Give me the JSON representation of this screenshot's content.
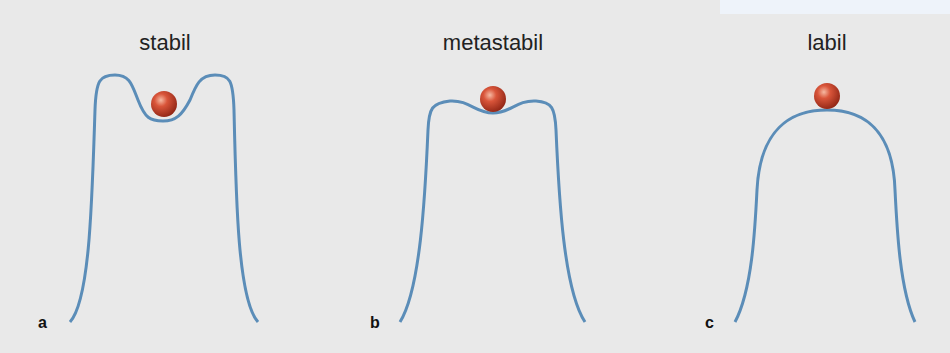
{
  "diagram": {
    "labels": [
      "stabil",
      "metastabil",
      "labil",
      "a",
      "b",
      "c"
    ]
  }
}
